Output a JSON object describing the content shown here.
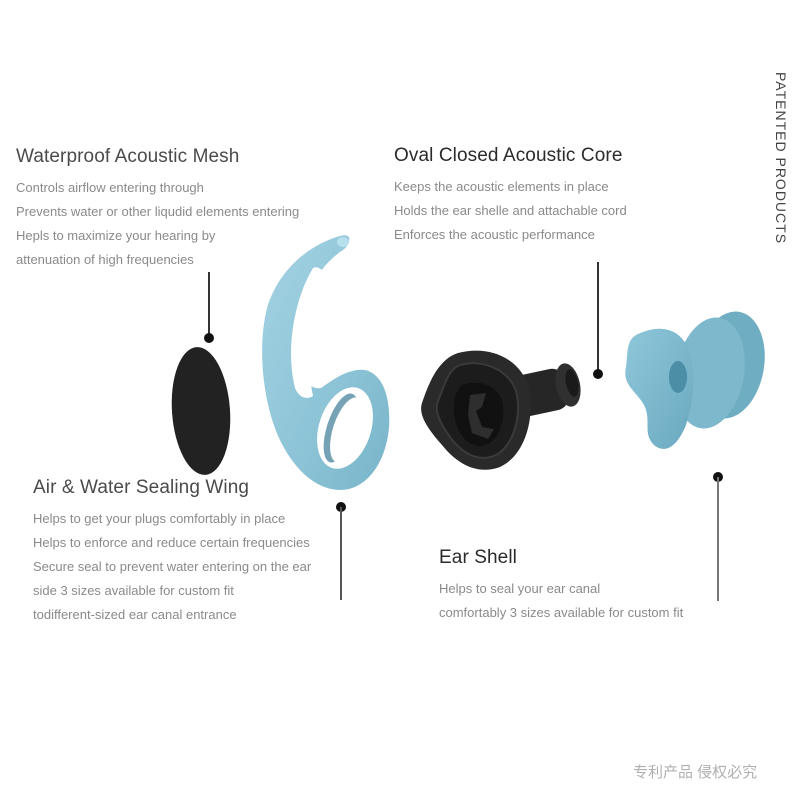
{
  "side_label": "PATENTED PRODUCTS",
  "footer_note": "专利产品 侵权必究",
  "colors": {
    "silicone_blue": "#8cc3d6",
    "silicone_blue_shade": "#6aa9c0",
    "core_black": "#1f1f1f",
    "title_text": "#4a4a4a",
    "body_text": "#8a8a8a"
  },
  "features": [
    {
      "title": "Waterproof Acoustic Mesh",
      "lines": [
        "Controls airflow entering through",
        "Prevents water or other liqudid elements entering",
        "Hepls to maximize your hearing by",
        "attenuation of high frequencies"
      ]
    },
    {
      "title": "Oval Closed Acoustic Core",
      "lines": [
        "Keeps the acoustic elements in place",
        "Holds the ear shelle and attachable cord",
        "Enforces the acoustic performance"
      ]
    },
    {
      "title": "Air & Water Sealing Wing",
      "lines": [
        "Helps to get your plugs comfortably in place",
        "Helps to enforce and reduce certain frequencies",
        "Secure seal to prevent water entering on the ear",
        "side 3 sizes available for custom fit",
        "todifferent-sized ear canal entrance"
      ]
    },
    {
      "title": "Ear Shell",
      "lines": [
        "Helps to seal your ear canal",
        "comfortably  3 sizes available for custom fit"
      ]
    }
  ],
  "components": [
    {
      "name": "acoustic-mesh",
      "icon": "black-oval-mesh"
    },
    {
      "name": "sealing-wing",
      "icon": "blue-wing"
    },
    {
      "name": "acoustic-core",
      "icon": "black-core"
    },
    {
      "name": "ear-shell",
      "icon": "blue-ear-shell"
    }
  ]
}
